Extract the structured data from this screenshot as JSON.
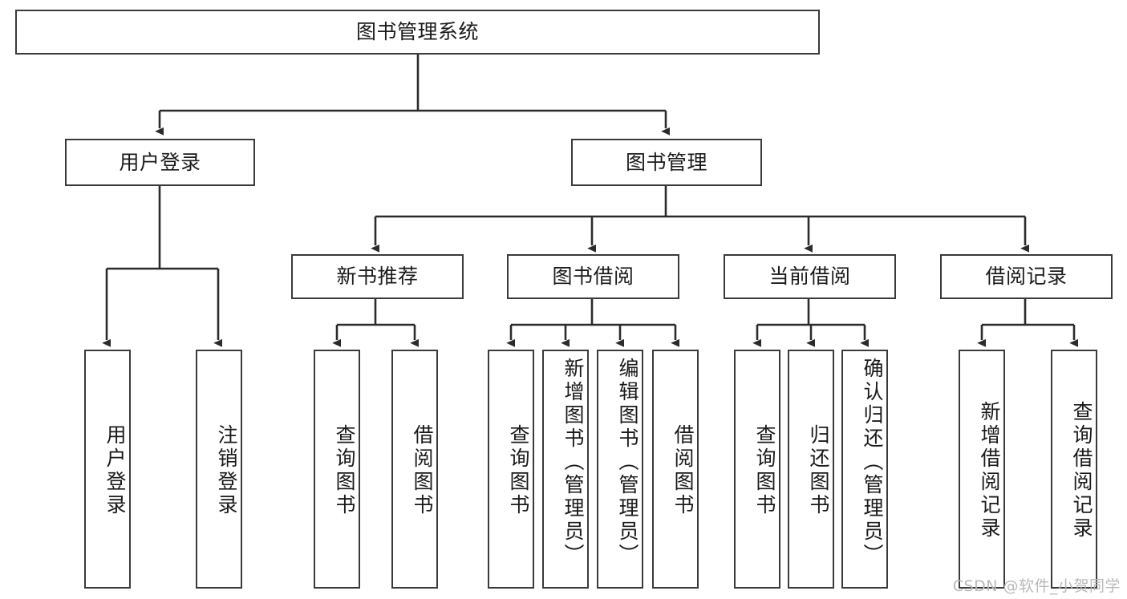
{
  "diagram": {
    "type": "tree-hierarchy",
    "title": "图书管理系统",
    "orientation": "top-down",
    "colors": {
      "box_border": "#3a3a3a",
      "box_fill": "#ffffff",
      "edge": "#2b2b2b",
      "text": "#1a1a1a",
      "watermark": "#b9b9b9",
      "background": "#ffffff"
    },
    "root": {
      "label": "图书管理系统"
    },
    "level1": [
      {
        "label": "用户登录"
      },
      {
        "label": "图书管理"
      }
    ],
    "level2": [
      {
        "label": "新书推荐"
      },
      {
        "label": "图书借阅"
      },
      {
        "label": "当前借阅"
      },
      {
        "label": "借阅记录"
      }
    ],
    "leaves": {
      "user_login": [
        {
          "label": "用户登录"
        },
        {
          "label": "注销登录"
        }
      ],
      "new_book_recommend": [
        {
          "label": "查询图书"
        },
        {
          "label": "借阅图书"
        }
      ],
      "book_borrow": [
        {
          "label": "查询图书"
        },
        {
          "label": "新增图书（管理员）"
        },
        {
          "label": "编辑图书（管理员）"
        },
        {
          "label": "借阅图书"
        }
      ],
      "current_borrow": [
        {
          "label": "查询图书"
        },
        {
          "label": "归还图书"
        },
        {
          "label": "确认归还（管理员）"
        }
      ],
      "borrow_records": [
        {
          "label": "新增借阅记录"
        },
        {
          "label": "查询借阅记录"
        }
      ]
    }
  },
  "watermark": {
    "text": "CSDN @软件_小贺同学"
  }
}
